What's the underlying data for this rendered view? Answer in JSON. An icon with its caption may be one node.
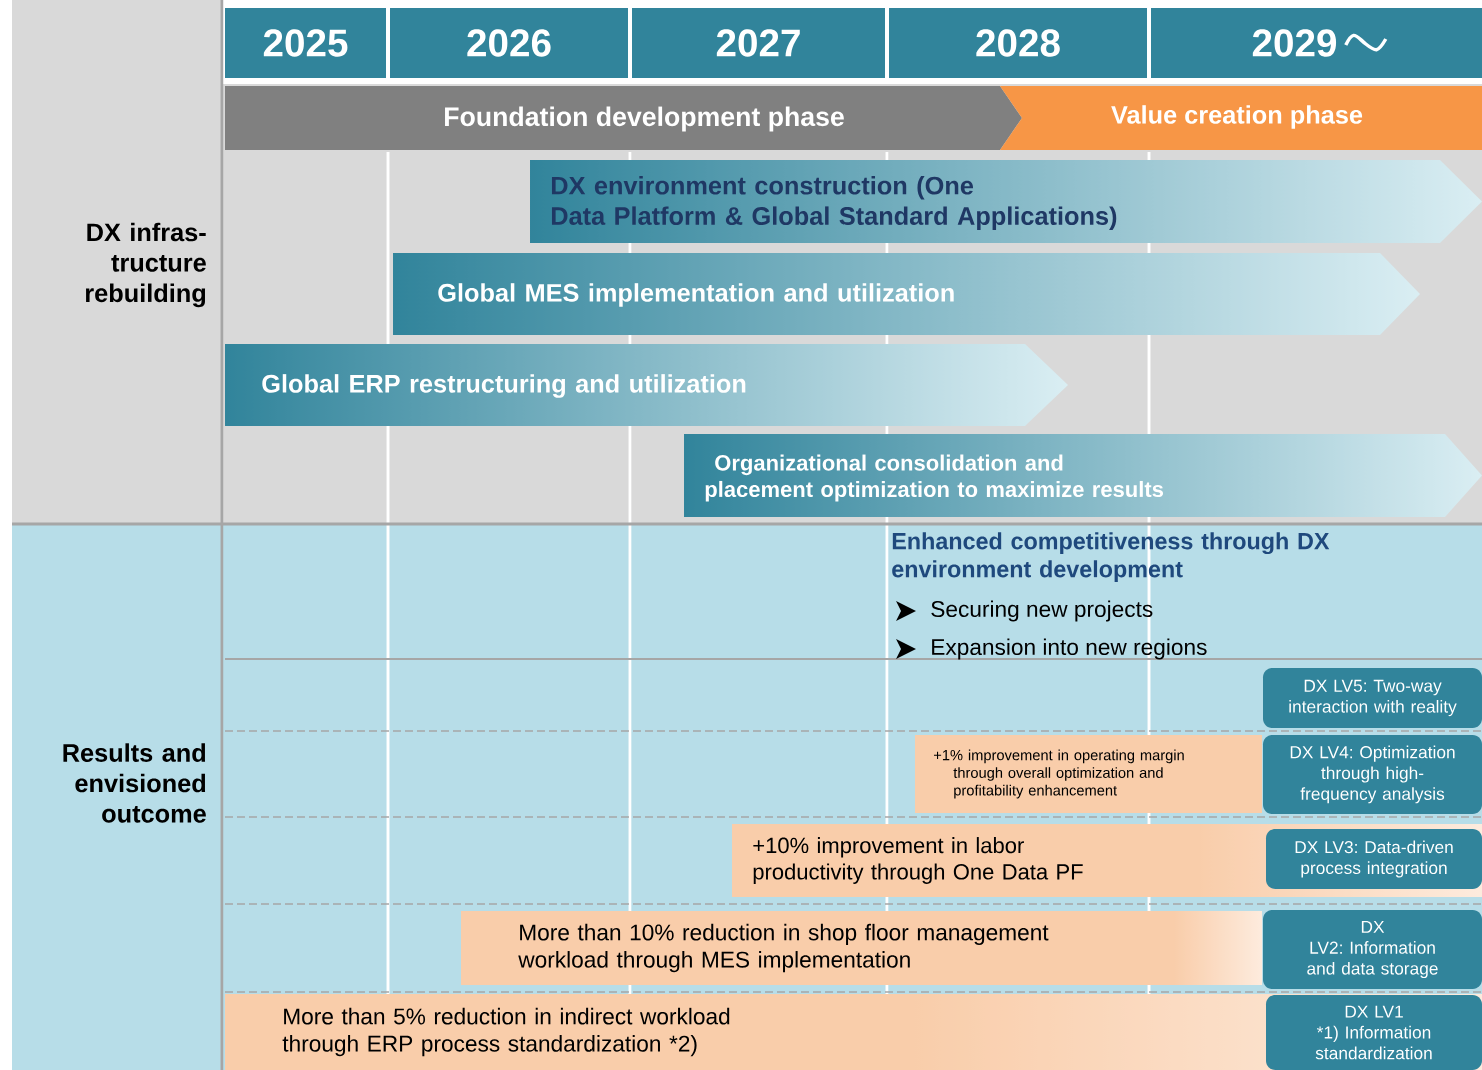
{
  "diagram": {
    "nodes": [
      {
        "text": [
          "2025"
        ]
      },
      {
        "text": [
          "2026"
        ]
      },
      {
        "text": [
          "2027"
        ]
      },
      {
        "text": [
          "2028"
        ]
      },
      {
        "text": [
          "2029"
        ]
      },
      {
        "text": [
          "Foundation development phase"
        ]
      },
      {
        "text": [
          "Value creation phase"
        ]
      },
      {
        "text": [
          "DX infras- tructure rebuilding"
        ]
      },
      {
        "text": [
          "Results and envisioned outcome"
        ]
      },
      {
        "text": [
          "DX environment construction (One Data Platform & Global Standard Applications)"
        ]
      },
      {
        "text": [
          "Global MES implementation and utilization"
        ]
      },
      {
        "text": [
          "Global ERP restructuring and utilization"
        ]
      },
      {
        "text": [
          "Organizational consolidation and placement optimization to maximize results"
        ]
      },
      {
        "text": [
          "+1% improvement in operating margin through overall optimization and profitability enhancement"
        ]
      },
      {
        "text": [
          "+10% improvement in labor productivity through One Data PF"
        ]
      },
      {
        "text": [
          "More than 10% reduction in shop floor management workload through MES implementation"
        ]
      },
      {
        "text": [
          "More than 5% reduction in indirect workload through ERP process standardization *2)"
        ]
      },
      {
        "text": [
          "DX LV5: Two-way interaction with reality"
        ]
      },
      {
        "text": [
          "DX LV4: Optimization through high-frequency analysis"
        ]
      },
      {
        "text": [
          "DX LV3: Data-driven process integration"
        ]
      },
      {
        "text": [
          "DX LV2: Information and data storage"
        ]
      },
      {
        "text": [
          "DX LV1 *1) Information standardization"
        ]
      }
    ],
    "labels": [
      "Enhanced competitiveness through DX environment development",
      "Securing new projects",
      "Expansion into new regions"
    ]
  }
}
